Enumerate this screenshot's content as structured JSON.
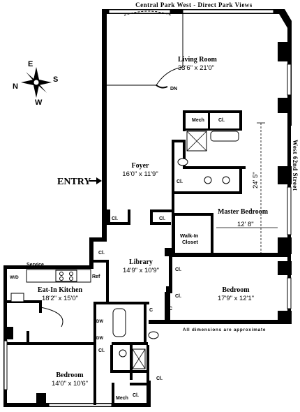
{
  "street_top": "Central Park West - Direct Park Views",
  "street_right": "West 62nd Street",
  "compass": {
    "n": "N",
    "e": "E",
    "s": "S",
    "w": "W"
  },
  "entry_label": "ENTRY",
  "rooms": {
    "living_room": {
      "name": "Living Room",
      "dims": "33'6\" x 21'0\""
    },
    "foyer": {
      "name": "Foyer",
      "dims": "16'0\" x 11'9\""
    },
    "master_bedroom": {
      "name": "Master Bedroom",
      "width": "12' 8\"",
      "length": "24' 5\""
    },
    "walk_in_closet": {
      "line1": "Walk-In",
      "line2": "Closet"
    },
    "library": {
      "name": "Library",
      "dims": "14'9\" x 10'9\""
    },
    "bedroom_east": {
      "name": "Bedroom",
      "dims": "17'9\" x 12'1\""
    },
    "eat_in_kitchen": {
      "name": "Eat-In Kitchen",
      "dims": "18'2\" x 15'0\""
    },
    "bedroom_south": {
      "name": "Bedroom",
      "dims": "14'0\" x 10'6\""
    }
  },
  "labels": {
    "dn": "DN",
    "mech": "Mech",
    "closet": "Cl.",
    "closet_short": "C",
    "service": "Service",
    "wd": "W/D",
    "ref": "Ref",
    "dw": "DW"
  },
  "note": "All dimensions are approximate"
}
